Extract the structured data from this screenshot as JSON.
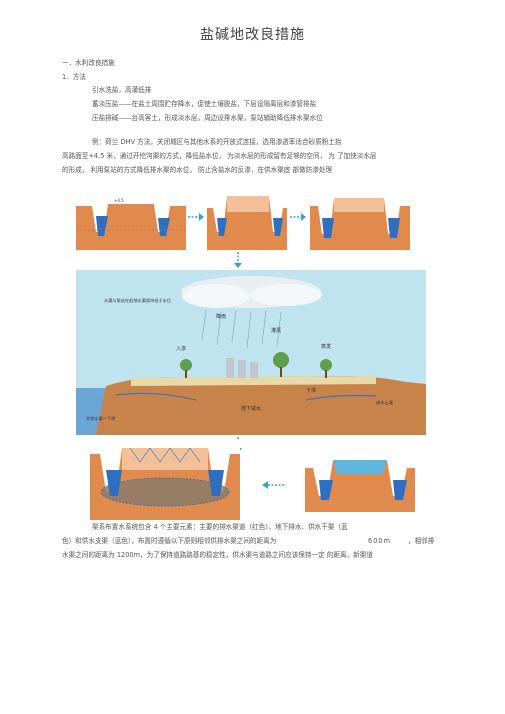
{
  "doc": {
    "title": "盐碱地改良措施",
    "section": "一．水利改良措施",
    "subsection": "1．方法",
    "items": [
      "引水洗盐，高灌低排",
      "蓄淡压盐——在盐土周围贮存降水，促使土壤脱盐，下层设隔离层和渗管排盐",
      "压盐排碱——台高客土，形成淡水层，周边设排水渠，泵站辅助降低排水渠水位"
    ],
    "para1": [
      "例：荷兰 DHV 方法，关闭城区与其他水系的开放式连接，选用渗透率适合砂质粉土抬",
      "高路面至+4.5 米，通过开挖沟渠的方式，降低盐水位，  为淡水层的形成留有足够的空间，  为  了加快淡水层",
      "的形成，  利用泵站的方式降低排水渠的水位，  防止含盐水的反渗，在供水渠底  部做防渗处理"
    ],
    "para1_highlights": [
      "DHV",
      "+4.5"
    ],
    "diagram_labels": {
      "rain": "降雨",
      "irrigation": "灌溉",
      "evaporation": "蒸发",
      "infiltration": "入渗",
      "groundwater": "地下咸水",
      "seep": "下渗",
      "left_note": "水渠与泵站在低地水渠保持低于水位",
      "bottom_left": "开挖水渠一下渗",
      "right_sea": "咸水土壤"
    },
    "para2": [
      "渠系布置水系统包含 4 个主要元素：主要的排水渠道（红色）、地下排水、供水干渠（蓝",
      "色）和供水支渠（蓝色），布置时遵循以下原则相邻供排水渠之间的距离为",
      "水渠之间的距离为   1200m，为了保持道路路基的稳定性，供水渠与道路之间应该保持一定  的距离，新渠道"
    ],
    "para2_distance": "600m",
    "para2_tail": "，相邻排",
    "colors": {
      "soil_top": "#e08a4e",
      "soil_bottom": "#c8834a",
      "water_blue": "#2f6fc0",
      "sky_blue": "#bfe3ef",
      "arrow_teal": "#3aa7b0"
    }
  }
}
